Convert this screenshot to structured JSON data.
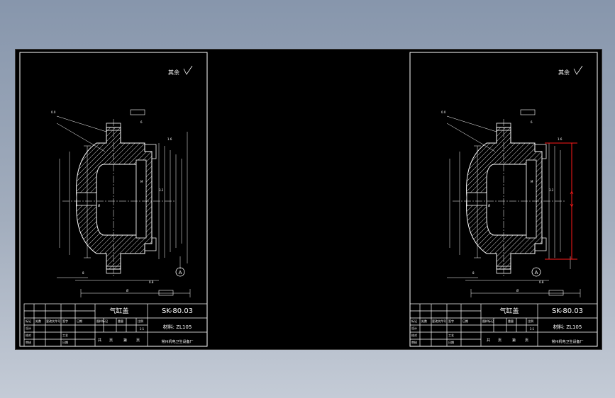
{
  "colors": {
    "background": "#000000",
    "line": "#ffffff",
    "highlight": "#ff1a1a",
    "hatch": "#ffffff"
  },
  "sheets": [
    {
      "roughness_note": "其余",
      "drawing_number": "SK-80.03",
      "part_name": "气缸盖",
      "material": "材料: ZL105",
      "company": "常州机电卫生设备厂",
      "datum_label": "A",
      "scale": "1:1",
      "sheet_info": [
        "共",
        "页",
        "第",
        "页"
      ],
      "title_block_labels": [
        "标记",
        "处数",
        "更改文件号",
        "签字",
        "日期",
        "设计",
        "校对",
        "审核",
        "工艺",
        "日期",
        "图样标记",
        "重量",
        "比例"
      ]
    },
    {
      "roughness_note": "其余",
      "drawing_number": "SK-80.03",
      "part_name": "气缸盖",
      "material": "材料: ZL105",
      "company": "常州机电卫生设备厂",
      "datum_label": "A",
      "scale": "1:1",
      "sheet_info": [
        "共",
        "页",
        "第",
        "页"
      ],
      "title_block_labels": [
        "标记",
        "处数",
        "更改文件号",
        "签字",
        "日期",
        "设计",
        "校对",
        "审核",
        "工艺",
        "日期",
        "图样标记",
        "重量",
        "比例"
      ]
    }
  ]
}
